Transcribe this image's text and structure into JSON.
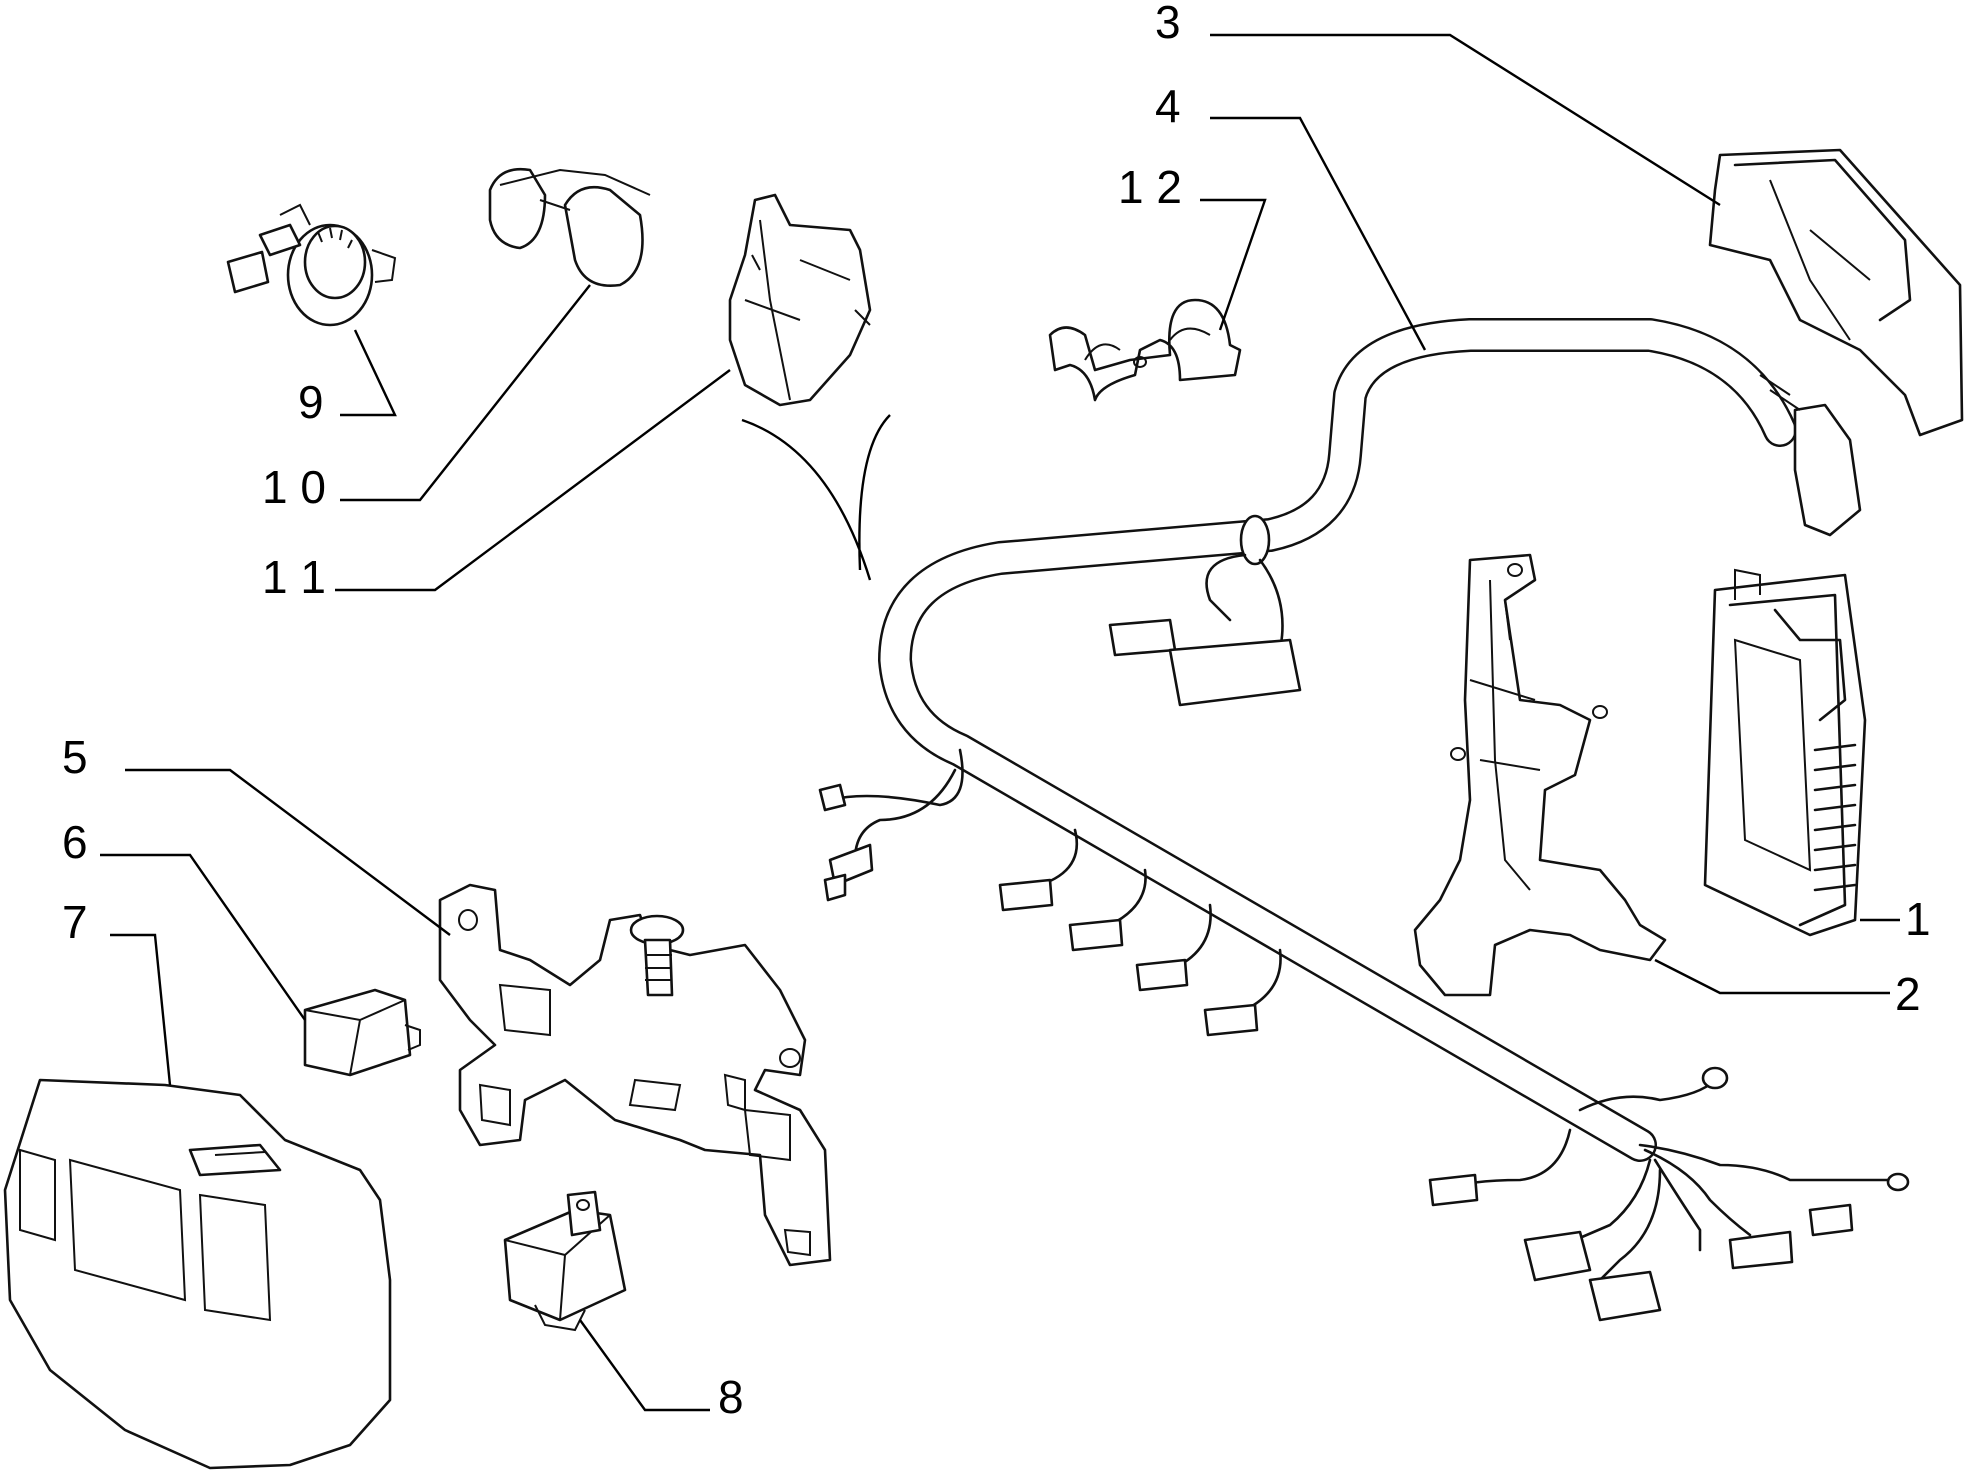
{
  "labels": {
    "l1": "1",
    "l2": "2",
    "l3": "3",
    "l4": "4",
    "l5": "5",
    "l6": "6",
    "l7": "7",
    "l8": "8",
    "l9": "9",
    "l10": "1 0",
    "l11": "1 1",
    "l12": "1 2"
  }
}
